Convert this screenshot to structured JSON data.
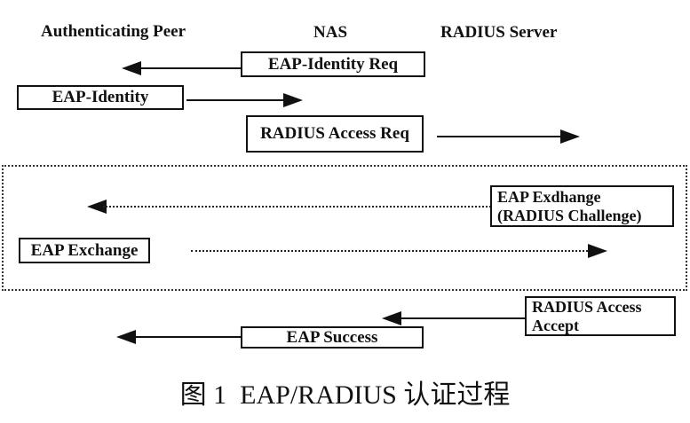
{
  "diagram": {
    "columns": [
      {
        "label": "Authenticating Peer"
      },
      {
        "label": "NAS"
      },
      {
        "label": "RADIUS Server"
      }
    ],
    "messages": {
      "eap_identity_req": "EAP-Identity Req",
      "eap_identity": "EAP-Identity",
      "radius_access_req": "RADIUS Access Req",
      "eap_exchange_challenge_line1": "EAP Exdhange",
      "eap_exchange_challenge_line2": "(RADIUS Challenge)",
      "eap_exchange": "EAP Exchange",
      "radius_access_accept_line1": "RADIUS Access",
      "radius_access_accept_line2": "Accept",
      "eap_success": "EAP Success"
    },
    "caption": "图 1  EAP/RADIUS 认证过程",
    "colors": {
      "ink": "#111111",
      "background": "#ffffff"
    }
  }
}
